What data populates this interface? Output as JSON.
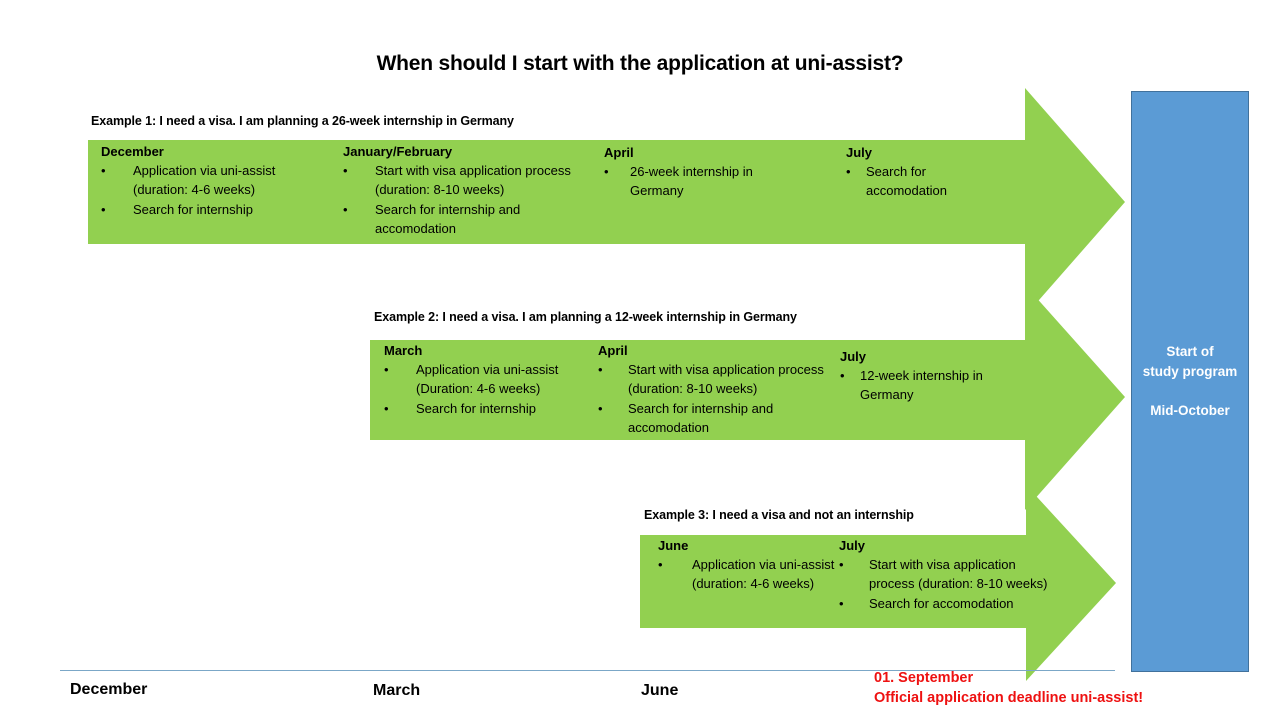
{
  "title": "When should I start with the application at uni-assist?",
  "colors": {
    "arrow_green": "#92d050",
    "study_box_blue": "#5b9bd5",
    "study_box_border": "#41719c",
    "axis_line": "#7ba7c7",
    "deadline_red": "#ee1111",
    "text_black": "#000000"
  },
  "examples": [
    {
      "label": "Example 1: I need a visa. I am planning a 26-week internship in Germany",
      "columns": [
        {
          "month": "December",
          "bullets": [
            "Application via uni-assist (duration: 4-6 weeks)",
            "Search for internship"
          ]
        },
        {
          "month": "January/February",
          "bullets": [
            "Start with visa application process (duration: 8-10 weeks)",
            "Search for internship and accomodation"
          ]
        },
        {
          "month": "April",
          "bullets": [
            "26-week internship in Germany"
          ]
        },
        {
          "month": "July",
          "bullets": [
            "Search for accomodation"
          ]
        }
      ]
    },
    {
      "label": "Example 2: I need a visa. I am planning a 12-week internship in Germany",
      "columns": [
        {
          "month": "March",
          "bullets": [
            "Application via uni-assist (Duration: 4-6 weeks)",
            "Search for internship"
          ]
        },
        {
          "month": "April",
          "bullets": [
            "Start with visa application process (duration: 8-10 weeks)",
            "Search for internship and accomodation"
          ]
        },
        {
          "month": "July",
          "bullets": [
            "12-week internship in Germany"
          ]
        }
      ]
    },
    {
      "label": "Example 3: I need a visa and not an internship",
      "columns": [
        {
          "month": "June",
          "bullets": [
            "Application via uni-assist (duration: 4-6 weeks)"
          ]
        },
        {
          "month": "July",
          "bullets": [
            "Start with visa application process (duration: 8-10 weeks)",
            "Search for accomodation"
          ]
        }
      ]
    }
  ],
  "study_box": {
    "line1": "Start of",
    "line2": "study program",
    "line3": "Mid-October"
  },
  "axis": {
    "labels": [
      {
        "text": "December"
      },
      {
        "text": "March"
      },
      {
        "text": "June"
      }
    ]
  },
  "deadline": {
    "date": "01. September",
    "note": "Official application deadline uni-assist!"
  }
}
